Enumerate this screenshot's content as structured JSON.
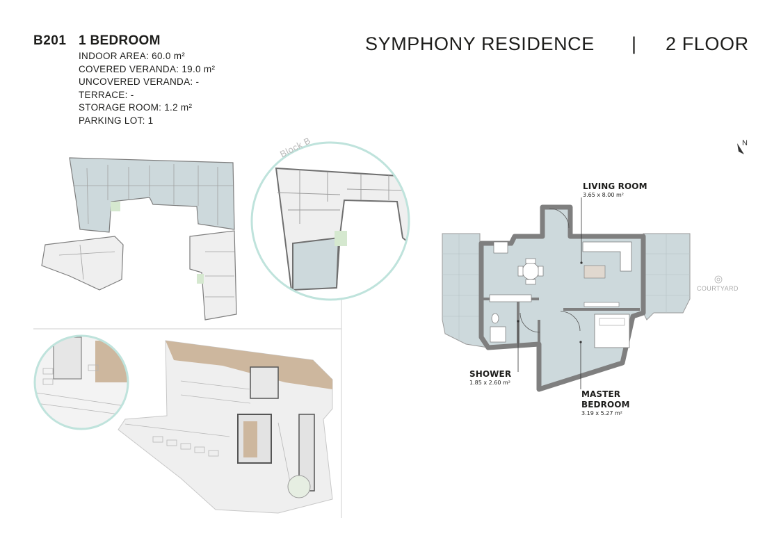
{
  "unit": {
    "code": "B201",
    "type": "1 BEDROOM",
    "specs": [
      "INDOOR AREA: 60.0 m²",
      "COVERED VERANDA: 19.0 m²",
      "UNCOVERED VERANDA: -",
      "TERRACE: -",
      "STORAGE ROOM: 1.2 m²",
      "PARKING LOT: 1"
    ]
  },
  "header": {
    "project": "SYMPHONY RESIDENCE",
    "separator": "|",
    "floor": "2 FLOOR"
  },
  "block_plan": {
    "label": "Block B"
  },
  "floor_plan": {
    "rooms": {
      "living": {
        "name": "LIVING ROOM",
        "size": "3.65 x 8.00 m²"
      },
      "shower": {
        "name": "SHOWER",
        "size": "1.85 x 2.60 m²"
      },
      "master": {
        "name_line1": "MASTER",
        "name_line2": "BEDROOM",
        "size": "3.19 x 5.27 m²"
      }
    },
    "courtyard": "COURTYARD",
    "north": "N"
  },
  "colors": {
    "highlight": "#cdd9dc",
    "wall": "#8a8a8a",
    "circle": "#bfe3dc",
    "ground": "#efefef",
    "wood": "#cdb79e"
  }
}
